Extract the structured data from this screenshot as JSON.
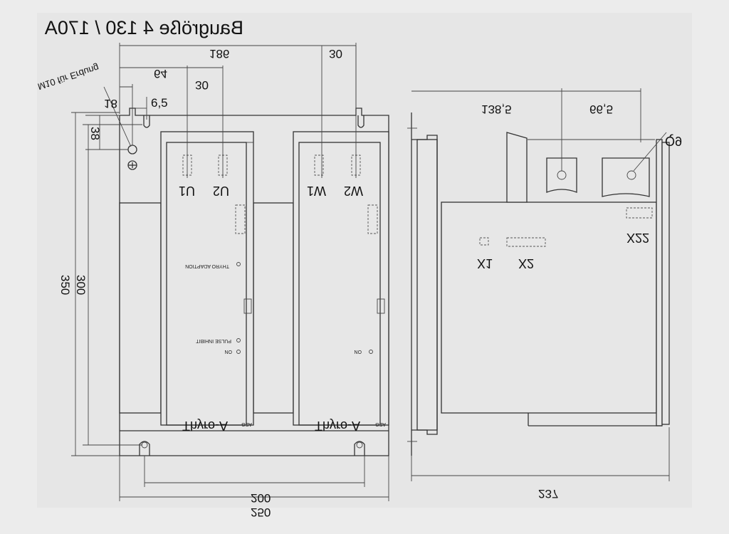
{
  "title": "Baugröße 4  130 / 170A",
  "ground_note": "M10 für Erdung",
  "front_view": {
    "dims": {
      "top_span": "186",
      "module_offset": "64",
      "u_spacing": "30",
      "w_spacing": "30",
      "edge_offset": "18",
      "hole_offset": "6,5",
      "vertical_offset": "38",
      "height_outer": "350",
      "height_inner": "300",
      "bottom_inner": "200",
      "bottom_outer": "250"
    },
    "terminals": [
      "U1",
      "U2",
      "W1",
      "W2"
    ],
    "modules": [
      {
        "name": "Thyro-A",
        "indicators": [
          "THYRO ADAPTION",
          "PULSE INHIBIT",
          "ON"
        ],
        "brand": "AEG"
      },
      {
        "name": "Thyro-A",
        "indicators": [
          "ON"
        ],
        "brand": "AEG"
      }
    ]
  },
  "side_view": {
    "dims": {
      "top_left": "138,5",
      "top_right": "66,5",
      "depth": "237"
    },
    "labels": [
      "Q9",
      "X22",
      "X1",
      "X2"
    ]
  }
}
